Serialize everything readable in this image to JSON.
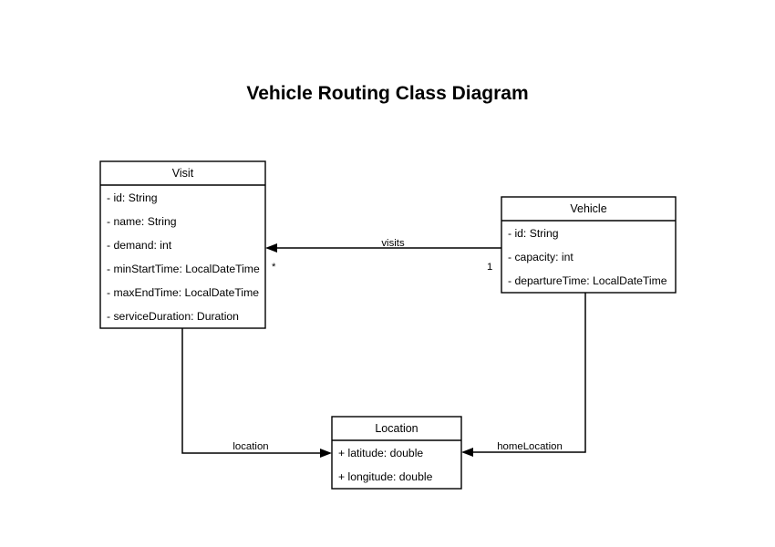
{
  "diagram": {
    "title": "Vehicle Routing Class Diagram",
    "type": "uml-class-diagram",
    "background_color": "#ffffff",
    "line_color": "#000000",
    "classes": [
      {
        "id": "visit",
        "name": "Visit",
        "attributes": [
          "- id: String",
          "- name: String",
          "- demand: int",
          "- minStartTime: LocalDateTime",
          "- maxEndTime: LocalDateTime",
          "- serviceDuration: Duration"
        ]
      },
      {
        "id": "vehicle",
        "name": "Vehicle",
        "attributes": [
          "- id: String",
          "- capacity: int",
          "- departureTime: LocalDateTime"
        ]
      },
      {
        "id": "location",
        "name": "Location",
        "attributes": [
          "+ latitude: double",
          "+ longitude: double"
        ]
      }
    ],
    "relationships": [
      {
        "id": "visits",
        "label": "visits",
        "source": "Vehicle",
        "target": "Visit",
        "source_multiplicity": "1",
        "target_multiplicity": "*"
      },
      {
        "id": "location",
        "label": "location",
        "source": "Visit",
        "target": "Location",
        "source_multiplicity": "",
        "target_multiplicity": ""
      },
      {
        "id": "home-location",
        "label": "homeLocation",
        "source": "Vehicle",
        "target": "Location",
        "source_multiplicity": "",
        "target_multiplicity": ""
      }
    ]
  }
}
